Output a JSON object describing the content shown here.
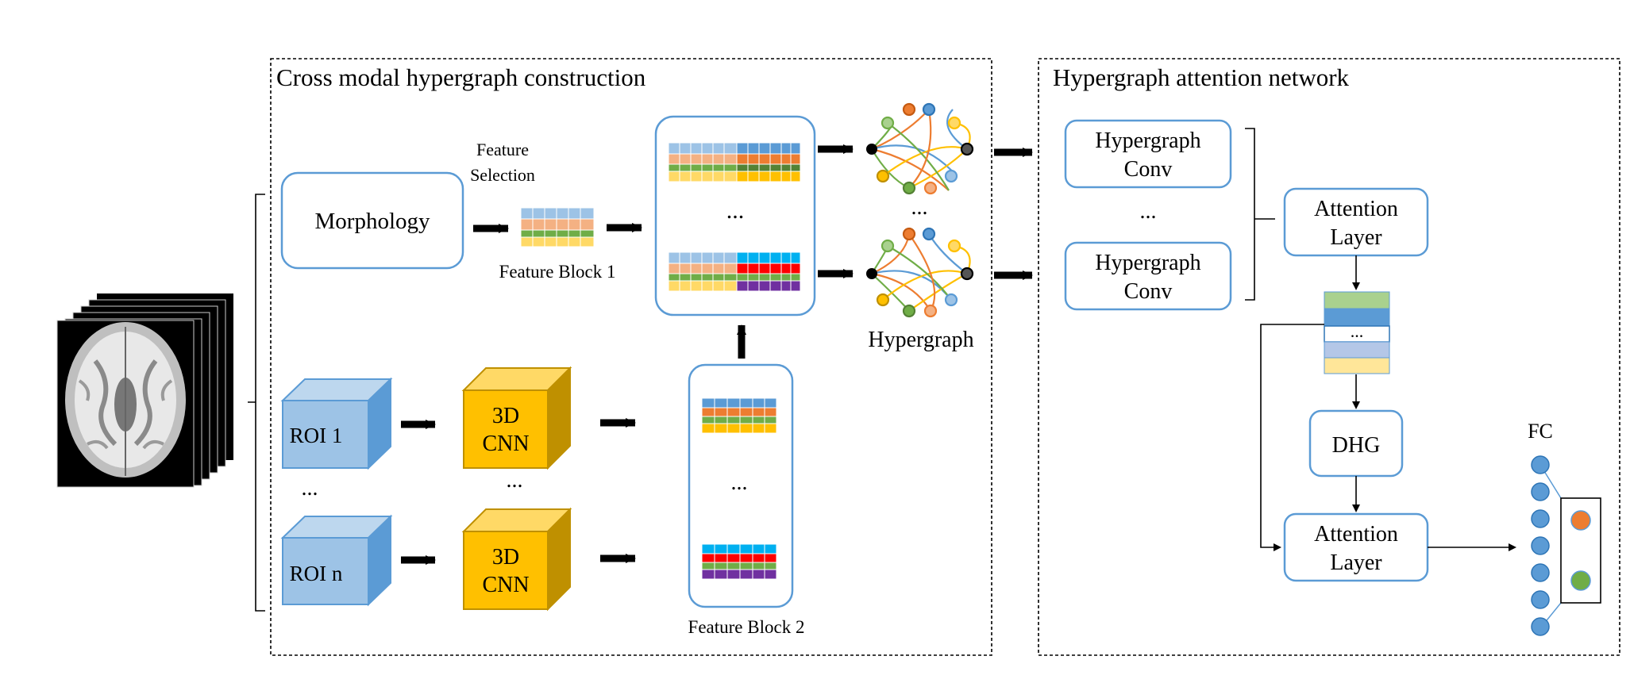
{
  "panels": {
    "left_title": "Cross modal hypergraph construction",
    "right_title": "Hypergraph attention network"
  },
  "inputs": {
    "morphology": "Morphology",
    "roi_1": "ROI 1",
    "roi_n": "ROI n",
    "roi_ellipsis": "...",
    "cnn_line1": "3D",
    "cnn_line2": "CNN",
    "cnn_ellipsis": "..."
  },
  "labels": {
    "feature_selection_1": "Feature",
    "feature_selection_2": "Selection",
    "feature_block_1": "Feature Block 1",
    "feature_block_2": "Feature Block 2",
    "hypergraph": "Hypergraph",
    "ellipsis": "...",
    "fc": "FC"
  },
  "network": {
    "hgconv_line1": "Hypergraph",
    "hgconv_line2": "Conv",
    "attention_line1": "Attention",
    "attention_line2": "Layer",
    "dhg": "DHG",
    "stack_ellipsis": "..."
  },
  "colors": {
    "box_stroke": "#5b9bd5",
    "roi_fill": "#9dc3e6",
    "cnn_fill": "#ffc000",
    "arrow": "#000000",
    "orange": "#ed7d31",
    "green": "#70ad47",
    "blue": "#5b9bd5",
    "yellow": "#ffd966",
    "red": "#ff0000",
    "purple": "#7030a0"
  },
  "icons": [
    "brain-mri-stack-icon",
    "hypergraph-icon",
    "cube-icon",
    "fc-neuron-icon"
  ]
}
